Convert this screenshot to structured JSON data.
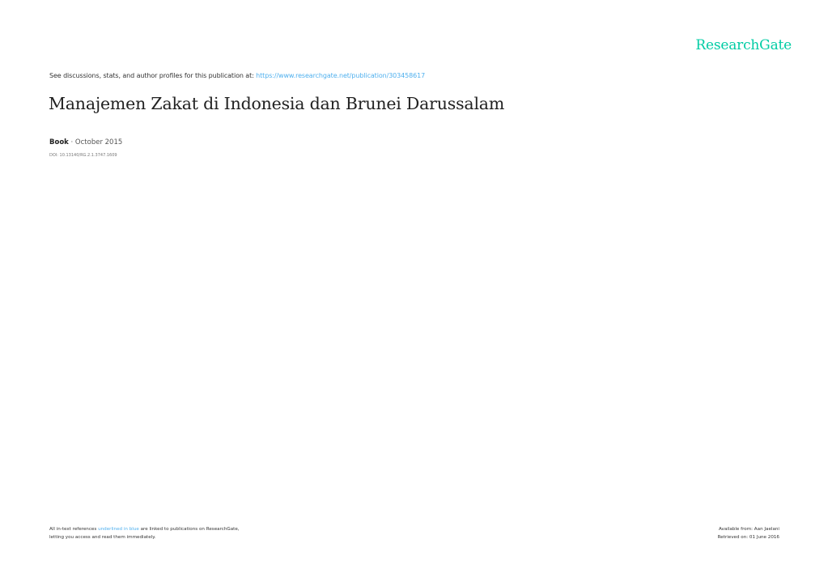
{
  "logo": "ResearchGate",
  "header": {
    "prefix": "See discussions, stats, and author profiles for this publication at: ",
    "url": "https://www.researchgate.net/publication/303458617"
  },
  "title": "Manajemen Zakat di Indonesia dan Brunei Darussalam",
  "meta": {
    "type": "Book",
    "separator": " · ",
    "date": "October 2015"
  },
  "doi": "DOI: 10.13140/RG.2.1.3747.1609",
  "footer_left": {
    "part1": "All in-text references ",
    "link": "underlined in blue",
    "part2": " are linked to publications on ResearchGate,",
    "line2": "letting you access and read them immediately."
  },
  "footer_right": {
    "available": "Available from: Aan Jaelani",
    "retrieved": "Retrieved on: 01 June 2016"
  },
  "colors": {
    "brand": "#00cca4",
    "link": "#4fb0ee"
  }
}
